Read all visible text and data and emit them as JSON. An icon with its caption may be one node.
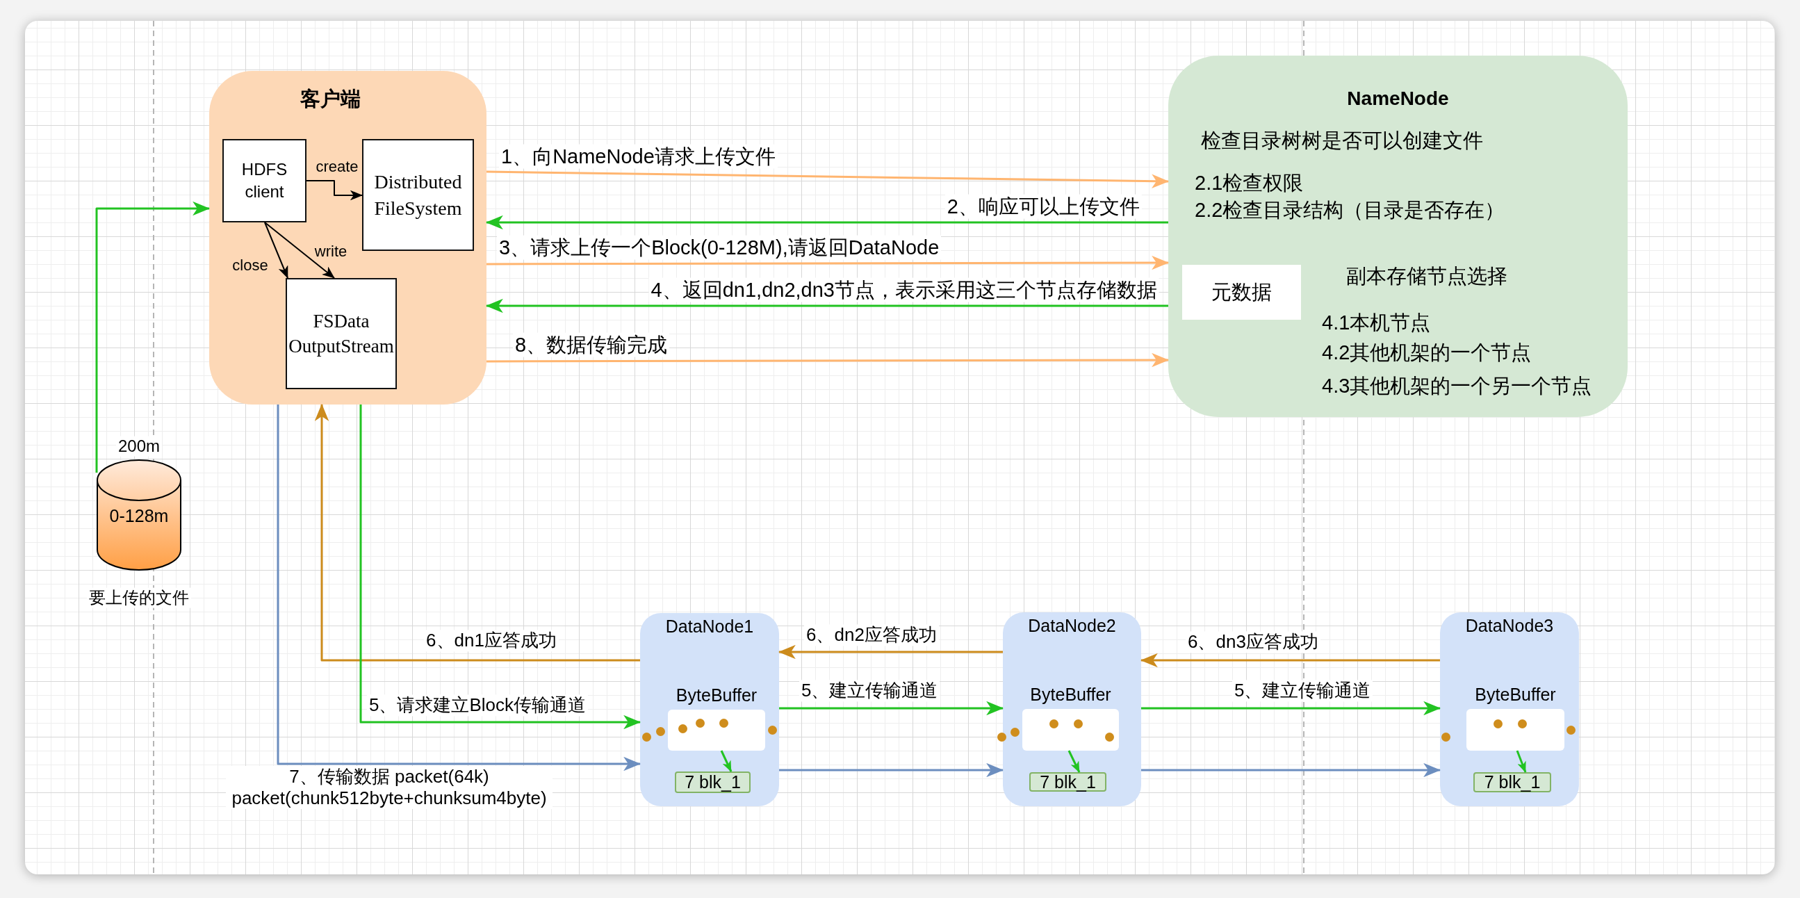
{
  "diagram": {
    "nodes": [
      {
        "text": [
          "客户端"
        ]
      },
      {
        "text": [
          "HDFS client"
        ],
        "in": 0
      },
      {
        "text": [
          "Distributed FileSystem"
        ],
        "in": 0
      },
      {
        "text": [
          "FSData OutputStream"
        ],
        "in": 0
      },
      {
        "text": [
          "NameNode",
          "检查目录树树是否可以创建文件",
          "2.1检查权限",
          "2.2检查目录结构（目录是否存在）",
          "副本存储节点选择",
          "4.1本机节点",
          "4.2其他机架的一个节点",
          "4.3其他机架的一个另一个节点"
        ]
      },
      {
        "text": [
          "元数据"
        ],
        "in": 4
      },
      {
        "text": [
          "0-128m"
        ],
        "beside": [
          "200m",
          "要上传的文件"
        ]
      },
      {
        "text": [
          "DataNode1"
        ]
      },
      {
        "text": [
          "ByteBuffer"
        ],
        "in": 7
      },
      {
        "text": [
          "7 blk_1"
        ],
        "in": 7
      },
      {
        "text": [
          "DataNode2"
        ]
      },
      {
        "text": [
          "ByteBuffer"
        ],
        "in": 10
      },
      {
        "text": [
          "7 blk_1"
        ],
        "in": 10
      },
      {
        "text": [
          "DataNode3"
        ]
      },
      {
        "text": [
          "ByteBuffer"
        ],
        "in": 13
      },
      {
        "text": [
          "7 blk_1"
        ],
        "in": 13
      }
    ],
    "edges": [
      {
        "from": 1,
        "to": 2,
        "arrow": "to",
        "label": "create",
        "color": "#000000"
      },
      {
        "from": 1,
        "to": 3,
        "arrow": "to",
        "label": "write",
        "color": "#000000"
      },
      {
        "from": 1,
        "to": 3,
        "arrow": "to",
        "label": "close",
        "color": "#000000"
      },
      {
        "from": 0,
        "to": 4,
        "arrow": "to",
        "label": "1、向NameNode请求上传文件",
        "color": "#ffb570"
      },
      {
        "from": 4,
        "to": 0,
        "arrow": "to",
        "label": "2、响应可以上传文件"
      },
      {
        "from": 0,
        "to": 4,
        "arrow": "to",
        "label": "3、请求上传一个Block(0-128M),请返回DataNode",
        "color": "#ffb570"
      },
      {
        "from": 4,
        "to": 0,
        "arrow": "to",
        "label": "4、返回dn1,dn2,dn3节点，表示采用这三个节点存储数据"
      },
      {
        "from": 0,
        "to": 4,
        "arrow": "to",
        "label": "8、数据传输完成",
        "color": "#ffb570"
      },
      {
        "from": 6,
        "to": 0,
        "arrow": "to"
      },
      {
        "from": 0,
        "to": 7,
        "arrow": "to",
        "label": "7、传输数据 packet(64k) packet(chunk512byte+chunksum4byte)",
        "color": "#6c8ebf"
      },
      {
        "from": 7,
        "to": 0,
        "arrow": "to",
        "label": "6、dn1应答成功",
        "color": "#cc8b1c"
      },
      {
        "from": 0,
        "to": 7,
        "arrow": "to",
        "label": "5、请求建立Block传输通道"
      },
      {
        "from": 10,
        "to": 7,
        "arrow": "to",
        "label": "6、dn2应答成功",
        "color": "#cc8b1c"
      },
      {
        "from": 7,
        "to": 10,
        "arrow": "to",
        "label": "5、建立传输通道"
      },
      {
        "from": 7,
        "to": 10,
        "arrow": "to",
        "color": "#6c8ebf"
      },
      {
        "from": 13,
        "to": 10,
        "arrow": "to",
        "label": "6、dn3应答成功",
        "color": "#cc8b1c"
      },
      {
        "from": 10,
        "to": 13,
        "arrow": "to",
        "label": "5、建立传输通道"
      },
      {
        "from": 10,
        "to": 13,
        "arrow": "to",
        "color": "#6c8ebf"
      },
      {
        "from": 8,
        "to": 9,
        "arrow": "to"
      },
      {
        "from": 11,
        "to": 12,
        "arrow": "to"
      },
      {
        "from": 14,
        "to": 15,
        "arrow": "to"
      }
    ]
  }
}
